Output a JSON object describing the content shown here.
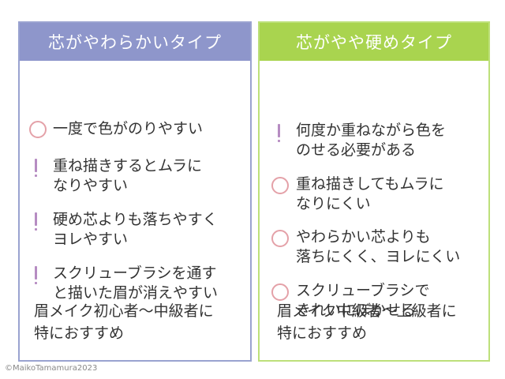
{
  "left_panel": {
    "title": "芯がやわらかいタイプ",
    "items": [
      {
        "mark": "circle-icon",
        "text": "一度で色がのりやすい"
      },
      {
        "mark": "exclamation-icon",
        "text": "重ね描きするとムラに\nなりやすい"
      },
      {
        "mark": "exclamation-icon",
        "text": "硬め芯よりも落ちやすく\nヨレやすい"
      },
      {
        "mark": "exclamation-icon",
        "text": "スクリューブラシを通す\nと描いた眉が消えやすい"
      }
    ],
    "recommend": "眉メイク初心者〜中級者に\n特におすすめ"
  },
  "right_panel": {
    "title": "芯がやや硬めタイプ",
    "items": [
      {
        "mark": "exclamation-icon",
        "text": "何度か重ねながら色を\nのせる必要がある"
      },
      {
        "mark": "circle-icon",
        "text": "重ね描きしてもムラに\nなりにくい"
      },
      {
        "mark": "circle-icon",
        "text": "やわらかい芯よりも\n落ちにくく、ヨレにくい"
      },
      {
        "mark": "circle-icon",
        "text": "スクリューブラシで\nきれいにぼかせる"
      }
    ],
    "recommend": "眉メイク中級者〜上級者に\n特におすすめ"
  },
  "credit": "©MaikoTamamura2023",
  "colors": {
    "left_accent": "#8e96cb",
    "right_accent": "#a9d44f",
    "circle_mark": "#e4a1a8",
    "exclamation_mark": "#b68cc2"
  }
}
